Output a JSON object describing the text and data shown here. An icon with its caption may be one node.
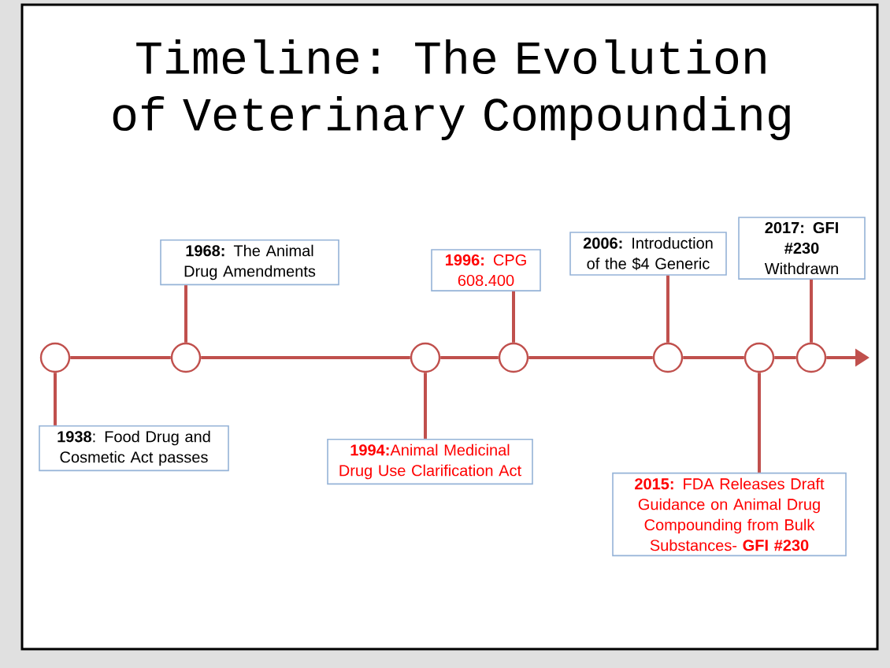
{
  "diagram": {
    "title": "Timeline: The Evolution of Veterinary Compounding",
    "nodes": [
      {
        "text": [
          "**1938**: Food Drug and Cosmetic Act passes"
        ]
      },
      {
        "text": [
          "**1968:** The Animal Drug Amendments"
        ]
      },
      {
        "text": [
          "**1994:**Animal Medicinal Drug Use Clarification Act"
        ]
      },
      {
        "text": [
          "**1996:** CPG 608.400"
        ]
      },
      {
        "text": [
          "**2006:** Introduction of the $4 Generic"
        ]
      },
      {
        "text": [
          "**2015:** FDA Releases Draft Guidance on Animal Drug Compounding from Bulk Substances- **GFI #230**"
        ]
      },
      {
        "text": [
          "**2017: GFI #230** Withdrawn"
        ]
      },
      {
        "text": [],
        "shape": "circle"
      },
      {
        "text": [],
        "shape": "circle"
      },
      {
        "text": [],
        "shape": "circle"
      },
      {
        "text": [],
        "shape": "circle"
      },
      {
        "text": [],
        "shape": "circle"
      },
      {
        "text": [],
        "shape": "circle"
      },
      {
        "text": [],
        "shape": "circle"
      }
    ],
    "edges": [
      {
        "from": 7,
        "to": 8,
        "arrow": "none"
      },
      {
        "from": 8,
        "to": 9,
        "arrow": "none"
      },
      {
        "from": 9,
        "to": 10,
        "arrow": "none"
      },
      {
        "from": 10,
        "to": 11,
        "arrow": "none"
      },
      {
        "from": 11,
        "to": 12,
        "arrow": "none"
      },
      {
        "from": 12,
        "to": 13,
        "arrow": "none"
      },
      {
        "from": 13,
        "to": null,
        "arrow": "to"
      },
      {
        "from": 0,
        "to": 7,
        "arrow": "none"
      },
      {
        "from": 1,
        "to": 8,
        "arrow": "none"
      },
      {
        "from": 2,
        "to": 9,
        "arrow": "none"
      },
      {
        "from": 3,
        "to": 10,
        "arrow": "none"
      },
      {
        "from": 4,
        "to": 11,
        "arrow": "none"
      },
      {
        "from": 5,
        "to": 12,
        "arrow": "none"
      },
      {
        "from": 6,
        "to": 13,
        "arrow": "none"
      }
    ]
  }
}
